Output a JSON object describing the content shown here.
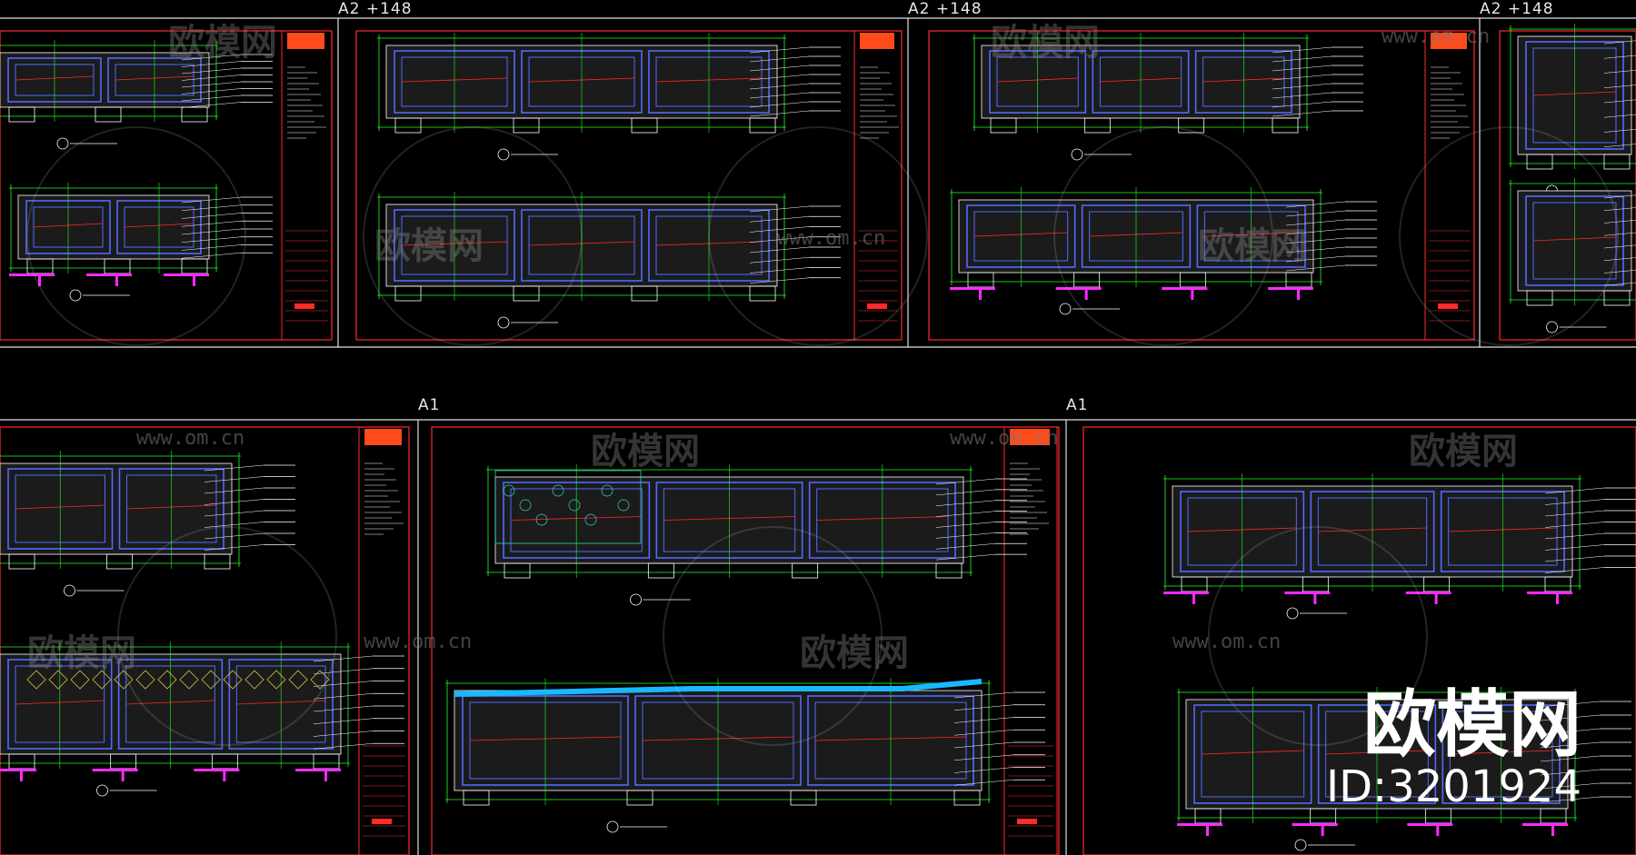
{
  "sheets": {
    "top_labels": [
      "A2 +148",
      "A2 +148",
      "A2 +148"
    ],
    "bottom_labels": [
      "A1",
      "A1"
    ]
  },
  "watermark": {
    "brand": "欧模网",
    "id": "ID:3201924",
    "url": "www.om.cn",
    "logo": "欧模网"
  },
  "colors": {
    "background": "#000000",
    "sheet_border": "#e0e0e0",
    "frame_red": "#ff2a2a",
    "title_orange": "#ff4a1a",
    "outline_blue": "#4f6bff",
    "dim_green": "#1fff1f",
    "fill_magenta": "#ff2aff",
    "water_cyan": "#19b8ff",
    "text_white": "#ffffff",
    "watermark_gray": "#8a8a8a"
  }
}
